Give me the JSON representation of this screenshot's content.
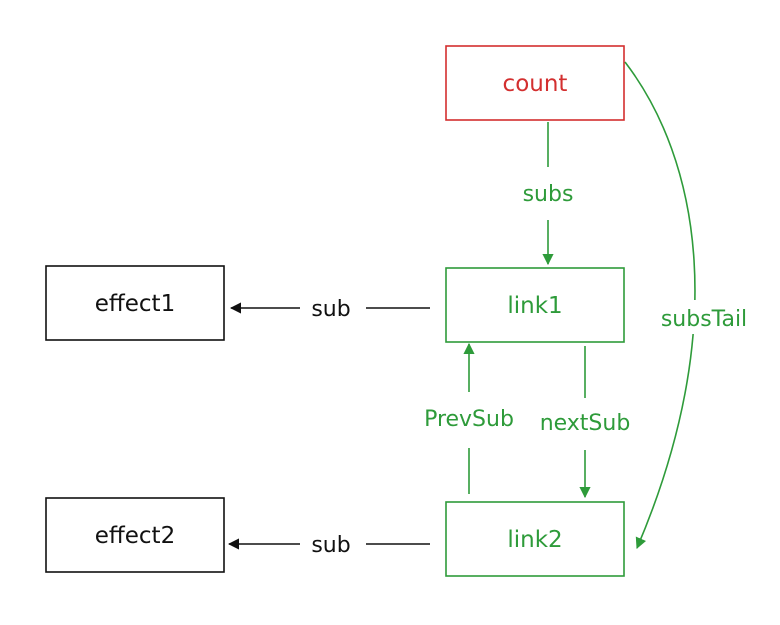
{
  "colors": {
    "red": "#d32f2f",
    "green": "#2e9b3a",
    "black": "#111111",
    "white": "#ffffff"
  },
  "nodes": {
    "count": {
      "label": "count"
    },
    "link1": {
      "label": "link1"
    },
    "link2": {
      "label": "link2"
    },
    "effect1": {
      "label": "effect1"
    },
    "effect2": {
      "label": "effect2"
    }
  },
  "edges": {
    "subs": {
      "label": "subs"
    },
    "subsTail": {
      "label": "subsTail"
    },
    "prevSub": {
      "label": "PrevSub"
    },
    "nextSub": {
      "label": "nextSub"
    },
    "sub1": {
      "label": "sub"
    },
    "sub2": {
      "label": "sub"
    }
  }
}
